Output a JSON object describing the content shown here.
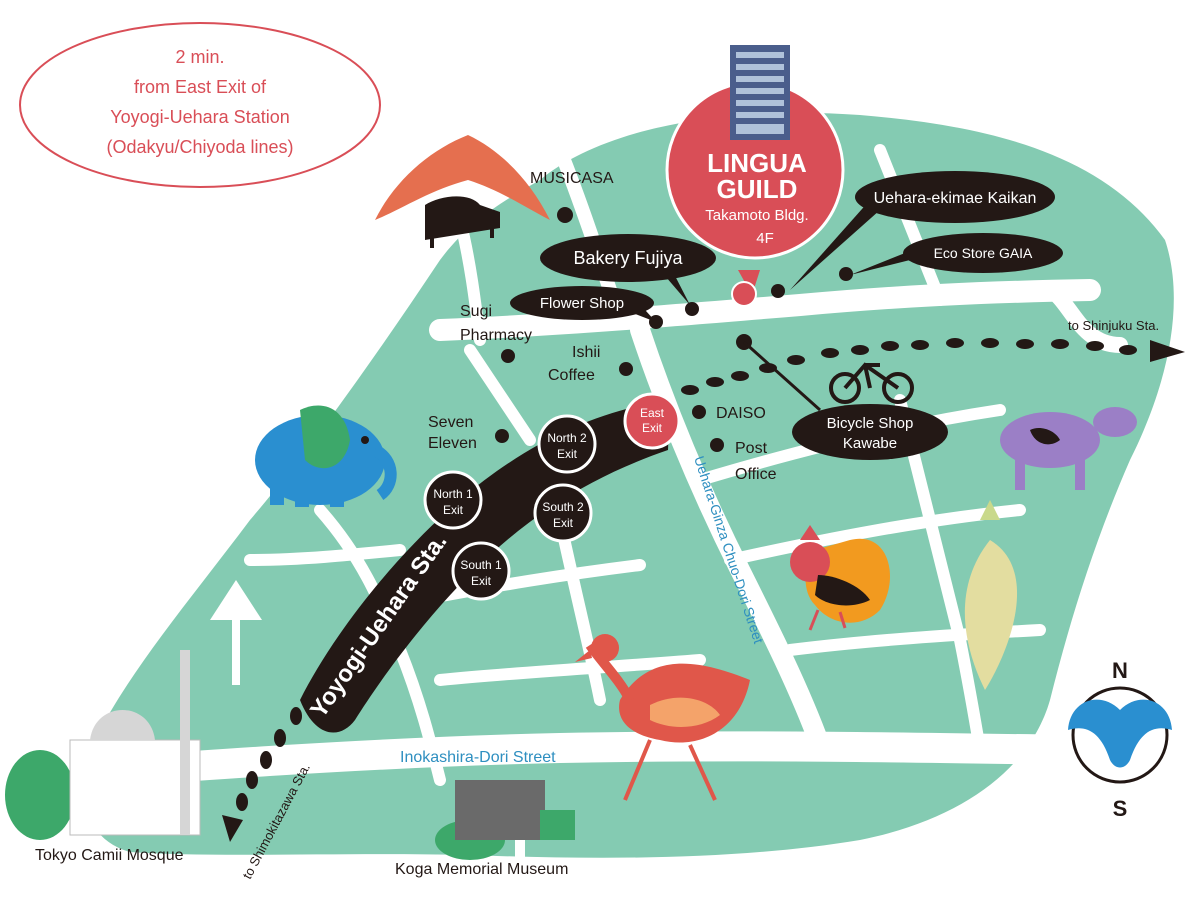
{
  "callout": {
    "lines": [
      "2 min.",
      "from East Exit of",
      "Yoyogi-Uehara Station",
      "(Odakyu/Chiyoda lines)"
    ]
  },
  "school": {
    "name_line1": "LINGUA",
    "name_line2": "GUILD",
    "building": "Takamoto Bldg.",
    "floor": "4F"
  },
  "station": {
    "name": "Yoyogi-Uehara Sta.",
    "exits": {
      "east": [
        "East",
        "Exit"
      ],
      "north1": [
        "North 1",
        "Exit"
      ],
      "north2": [
        "North 2",
        "Exit"
      ],
      "south1": [
        "South 1",
        "Exit"
      ],
      "south2": [
        "South 2",
        "Exit"
      ]
    }
  },
  "places": {
    "musicasa": "MUSICASA",
    "bakery": "Bakery Fujiya",
    "flower_shop": "Flower Shop",
    "sugi_pharmacy": [
      "Sugi",
      "Pharmacy"
    ],
    "ishii_coffee": [
      "Ishii",
      "Coffee"
    ],
    "seven_eleven": [
      "Seven",
      "Eleven"
    ],
    "daiso": "DAISO",
    "post_office": [
      "Post",
      "Office"
    ],
    "bicycle_shop": [
      "Bicycle Shop",
      "Kawabe"
    ],
    "uehara_kaikan": "Uehara-ekimae Kaikan",
    "eco_store": "Eco Store GAIA",
    "mosque": "Tokyo Camii Mosque",
    "museum": "Koga Memorial Museum"
  },
  "streets": {
    "inokashira": "Inokashira-Dori Street",
    "chuo_dori": "Uehara-Ginza Chuo-Dori Street"
  },
  "directions": {
    "shinjuku": "to Shinjuku Sta.",
    "shimokitazawa": "to Shimokitazawa Sta."
  },
  "compass": {
    "north": "N",
    "south": "S"
  },
  "colors": {
    "land": "#84CBB2",
    "road": "#FFFFFF",
    "accent_red": "#D94E57",
    "dark": "#231815",
    "street_label": "#2E8FC0"
  }
}
